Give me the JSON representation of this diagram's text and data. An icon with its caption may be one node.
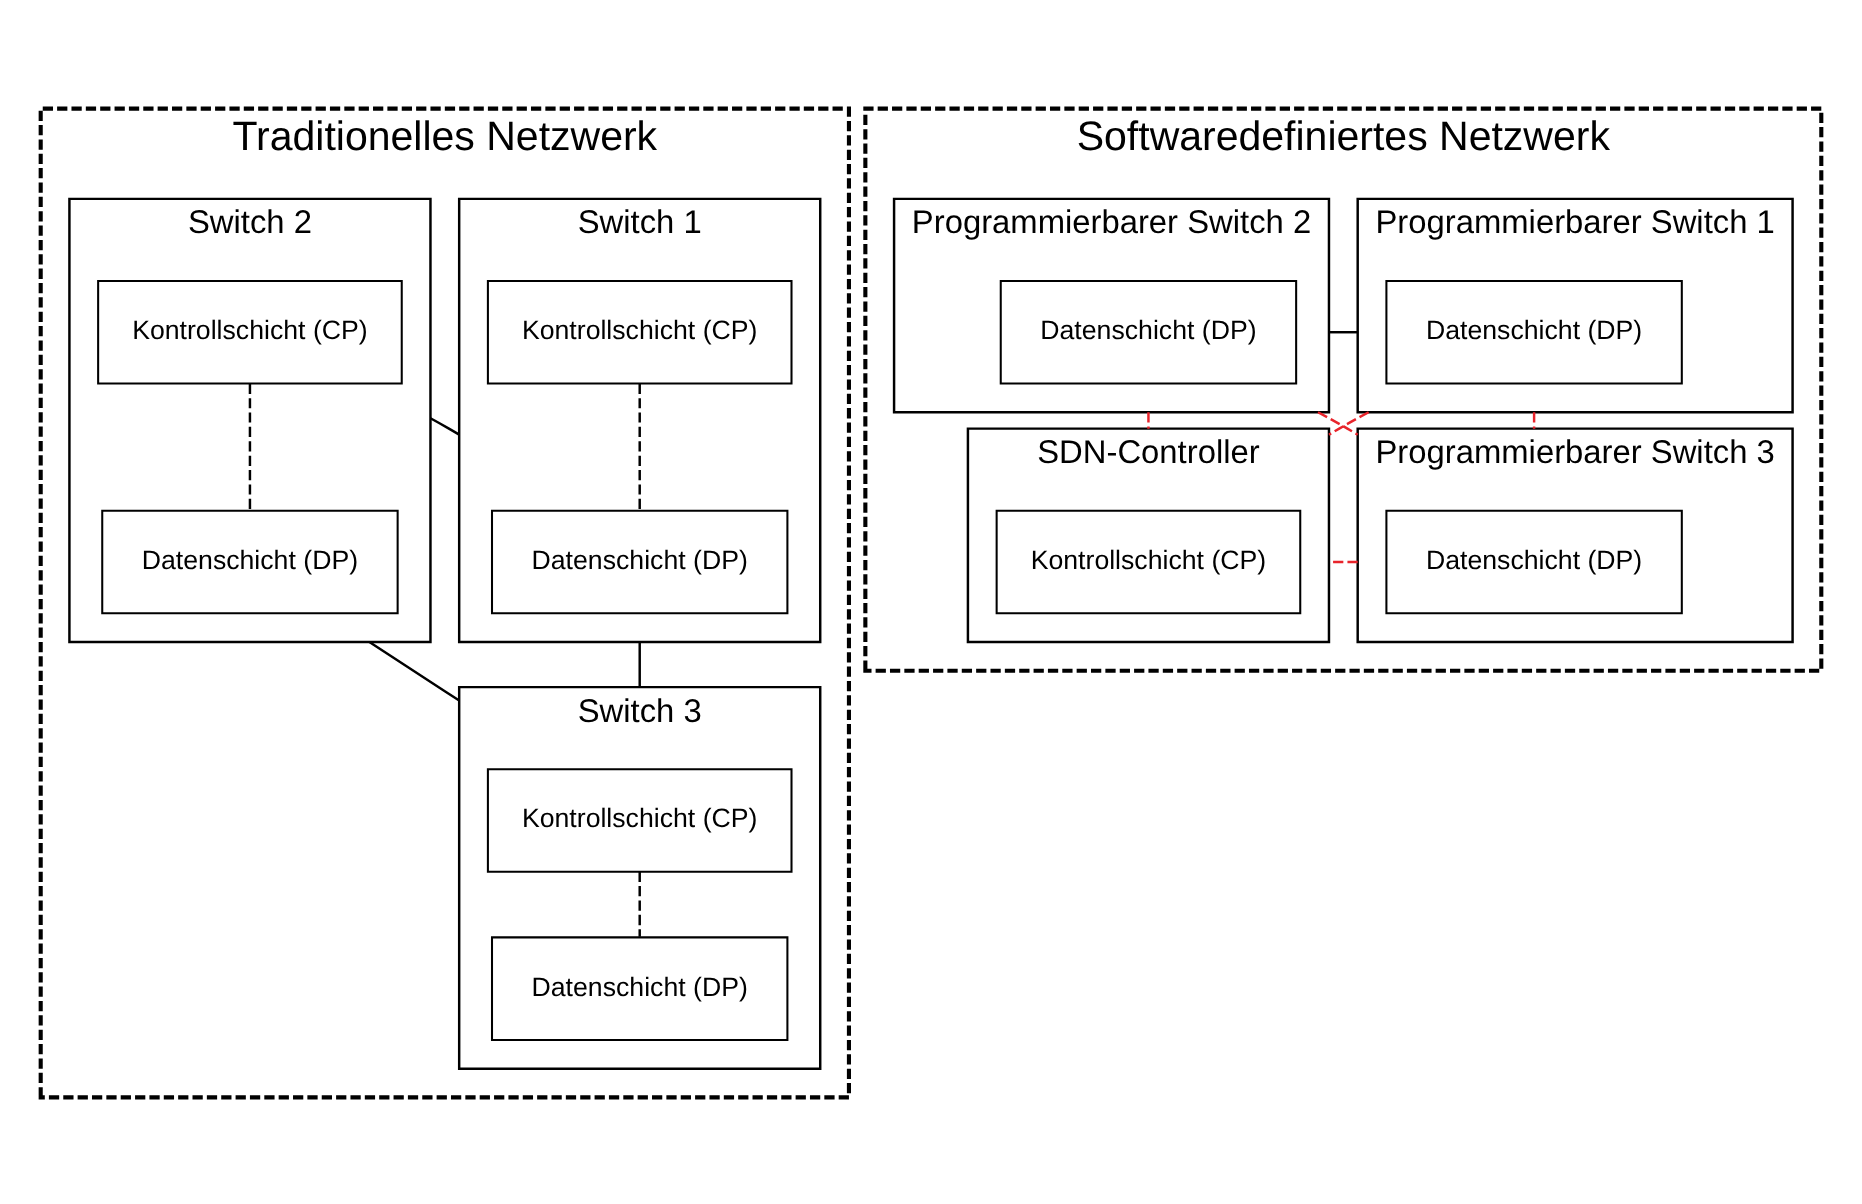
{
  "diagram": {
    "nodes": [
      {
        "text": [
          "Traditionelles Netzwerk"
        ]
      },
      {
        "text": [
          "Switch 1"
        ],
        "in": 0
      },
      {
        "text": [
          "Kontrollschicht (CP)"
        ],
        "in": 1
      },
      {
        "text": [
          "Datenschicht (DP)"
        ],
        "in": 1
      },
      {
        "text": [
          "Switch 2"
        ],
        "in": 0
      },
      {
        "text": [
          "Kontrollschicht (CP)"
        ],
        "in": 4
      },
      {
        "text": [
          "Datenschicht (DP)"
        ],
        "in": 4
      },
      {
        "text": [
          "Switch 3"
        ],
        "in": 0
      },
      {
        "text": [
          "Kontrollschicht (CP)"
        ],
        "in": 7
      },
      {
        "text": [
          "Datenschicht (DP)"
        ],
        "in": 7
      },
      {
        "text": [
          "Softwaredefiniertes Netzwerk"
        ]
      },
      {
        "text": [
          "Programmierbarer Switch 1"
        ],
        "in": 10
      },
      {
        "text": [
          "Datenschicht (DP)"
        ],
        "in": 11
      },
      {
        "text": [
          "Programmierbarer Switch 2"
        ],
        "in": 10
      },
      {
        "text": [
          "Datenschicht (DP)"
        ],
        "in": 13
      },
      {
        "text": [
          "Programmierbarer Switch 3"
        ],
        "in": 10
      },
      {
        "text": [
          "Datenschicht (DP)"
        ],
        "in": 15
      },
      {
        "text": [
          "SDN-Controller"
        ],
        "in": 10
      },
      {
        "text": [
          "Kontrollschicht (CP)"
        ],
        "in": 17
      }
    ],
    "edges": [
      {
        "from": 2,
        "to": 3,
        "arrow": "none",
        "style": "dashed"
      },
      {
        "from": 1,
        "to": 4,
        "arrow": "none"
      },
      {
        "from": 5,
        "to": 6,
        "arrow": "none",
        "style": "dashed"
      },
      {
        "from": 1,
        "to": 7,
        "arrow": "none"
      },
      {
        "from": 4,
        "to": 7,
        "arrow": "none"
      },
      {
        "from": 8,
        "to": 9,
        "arrow": "none",
        "style": "dashed"
      },
      {
        "from": 11,
        "to": 13,
        "arrow": "none"
      },
      {
        "from": 11,
        "to": 15,
        "arrow": "none",
        "style": "dashed",
        "color": "#e8242b"
      },
      {
        "from": 13,
        "to": 15,
        "arrow": "none",
        "style": "dashed",
        "color": "#e8242b"
      },
      {
        "from": 11,
        "to": 17,
        "arrow": "none",
        "style": "dashed",
        "color": "#e8242b"
      },
      {
        "from": 13,
        "to": 17,
        "arrow": "none",
        "style": "dashed",
        "color": "#e8242b"
      },
      {
        "from": 15,
        "to": 17,
        "arrow": "none",
        "style": "dashed",
        "color": "#e8242b"
      }
    ]
  }
}
